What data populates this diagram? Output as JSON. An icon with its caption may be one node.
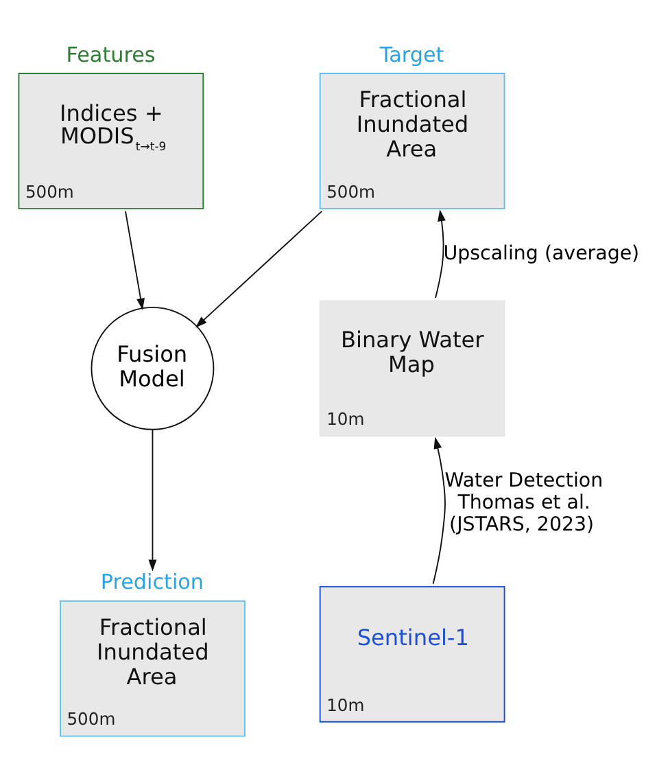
{
  "diagram": {
    "nodes": [
      {
        "text": [
          "Features",
          "Indices + MODIS$_{t→t-9}$",
          "500m"
        ]
      },
      {
        "text": [
          "Target",
          "Fractional Inundated Area",
          "500m"
        ]
      },
      {
        "text": [
          "Fusion Model"
        ]
      },
      {
        "text": [
          "Prediction",
          "Fractional Inundated Area",
          "500m"
        ]
      },
      {
        "text": [
          "Binary Water Map",
          "10m"
        ]
      },
      {
        "text": [
          "Sentinel-1",
          "10m"
        ]
      }
    ],
    "edges": [
      {
        "from": 0,
        "to": 2,
        "arrow": "to"
      },
      {
        "from": 1,
        "to": 2,
        "arrow": "to"
      },
      {
        "from": 2,
        "to": 3,
        "arrow": "to"
      },
      {
        "from": 5,
        "to": 4,
        "arrow": "to",
        "label": "Water Detection Thomas et al. (JSTARS, 2023)"
      },
      {
        "from": 4,
        "to": 1,
        "arrow": "to",
        "label": "Upscaling (average)"
      }
    ]
  }
}
